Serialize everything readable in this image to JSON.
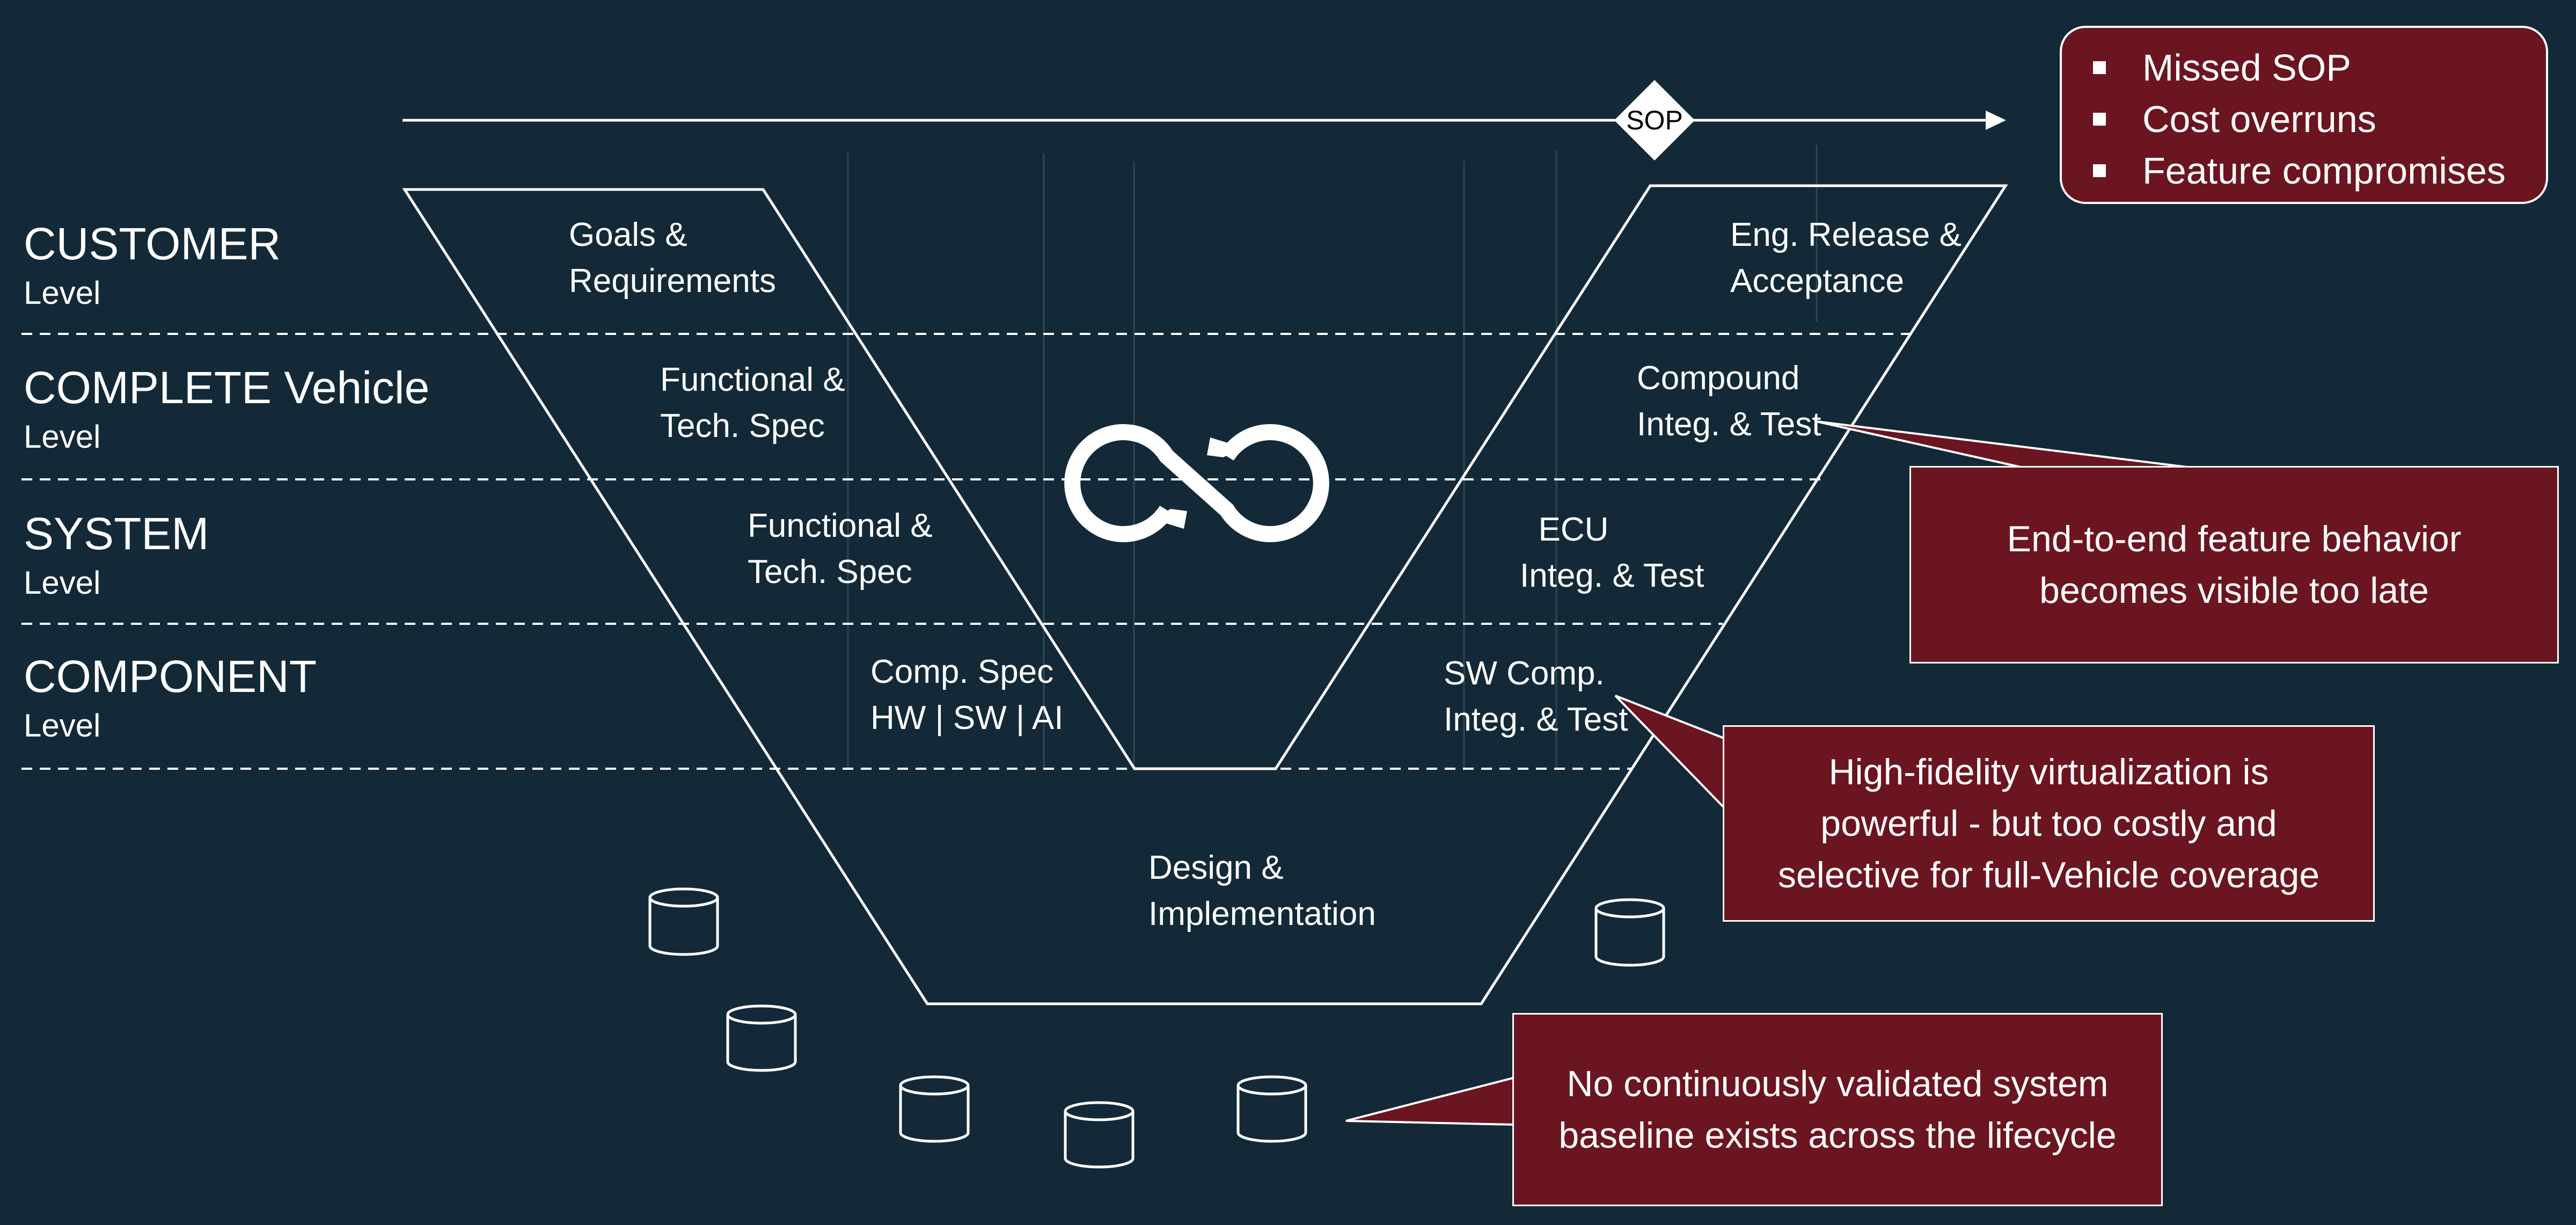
{
  "colors": {
    "background": "#132937",
    "callout": "#6b1520",
    "line": "#ffffff"
  },
  "timeline": {
    "milestone": "SOP"
  },
  "risks": {
    "items": [
      "Missed SOP",
      "Cost overruns",
      "Feature compromises"
    ]
  },
  "levels": [
    {
      "title": "CUSTOMER",
      "sub": "Level"
    },
    {
      "title": "COMPLETE Vehicle",
      "sub": "Level"
    },
    {
      "title": "SYSTEM",
      "sub": "Level"
    },
    {
      "title": "COMPONENT",
      "sub": "Level"
    }
  ],
  "left_branch": [
    {
      "line1": "Goals &",
      "line2": "Requirements"
    },
    {
      "line1": "Functional &",
      "line2": "Tech. Spec"
    },
    {
      "line1": "Functional &",
      "line2": "Tech. Spec"
    },
    {
      "line1": "Comp. Spec",
      "line2": "HW | SW | AI"
    }
  ],
  "right_branch": [
    {
      "line1": "Eng. Release &",
      "line2": "Acceptance"
    },
    {
      "line1": "Compound",
      "line2": "Integ. & Test"
    },
    {
      "line1": "ECU",
      "line2": "Integ. & Test"
    },
    {
      "line1": "SW Comp.",
      "line2": "Integ. & Test"
    }
  ],
  "bottom": {
    "line1": "Design &",
    "line2": "Implementation"
  },
  "center_icon": "infinity-loop-icon",
  "data_icon": "database-cylinder-icon",
  "callouts": {
    "late_visibility": {
      "line1": "End-to-end feature behavior",
      "line2": "becomes visible too late"
    },
    "virtualization": {
      "line1": "High-fidelity virtualization is",
      "line2": "powerful - but too costly and",
      "line3": "selective for full-Vehicle coverage"
    },
    "baseline": {
      "line1": "No continuously validated system",
      "line2": "baseline exists across the lifecycle"
    }
  }
}
